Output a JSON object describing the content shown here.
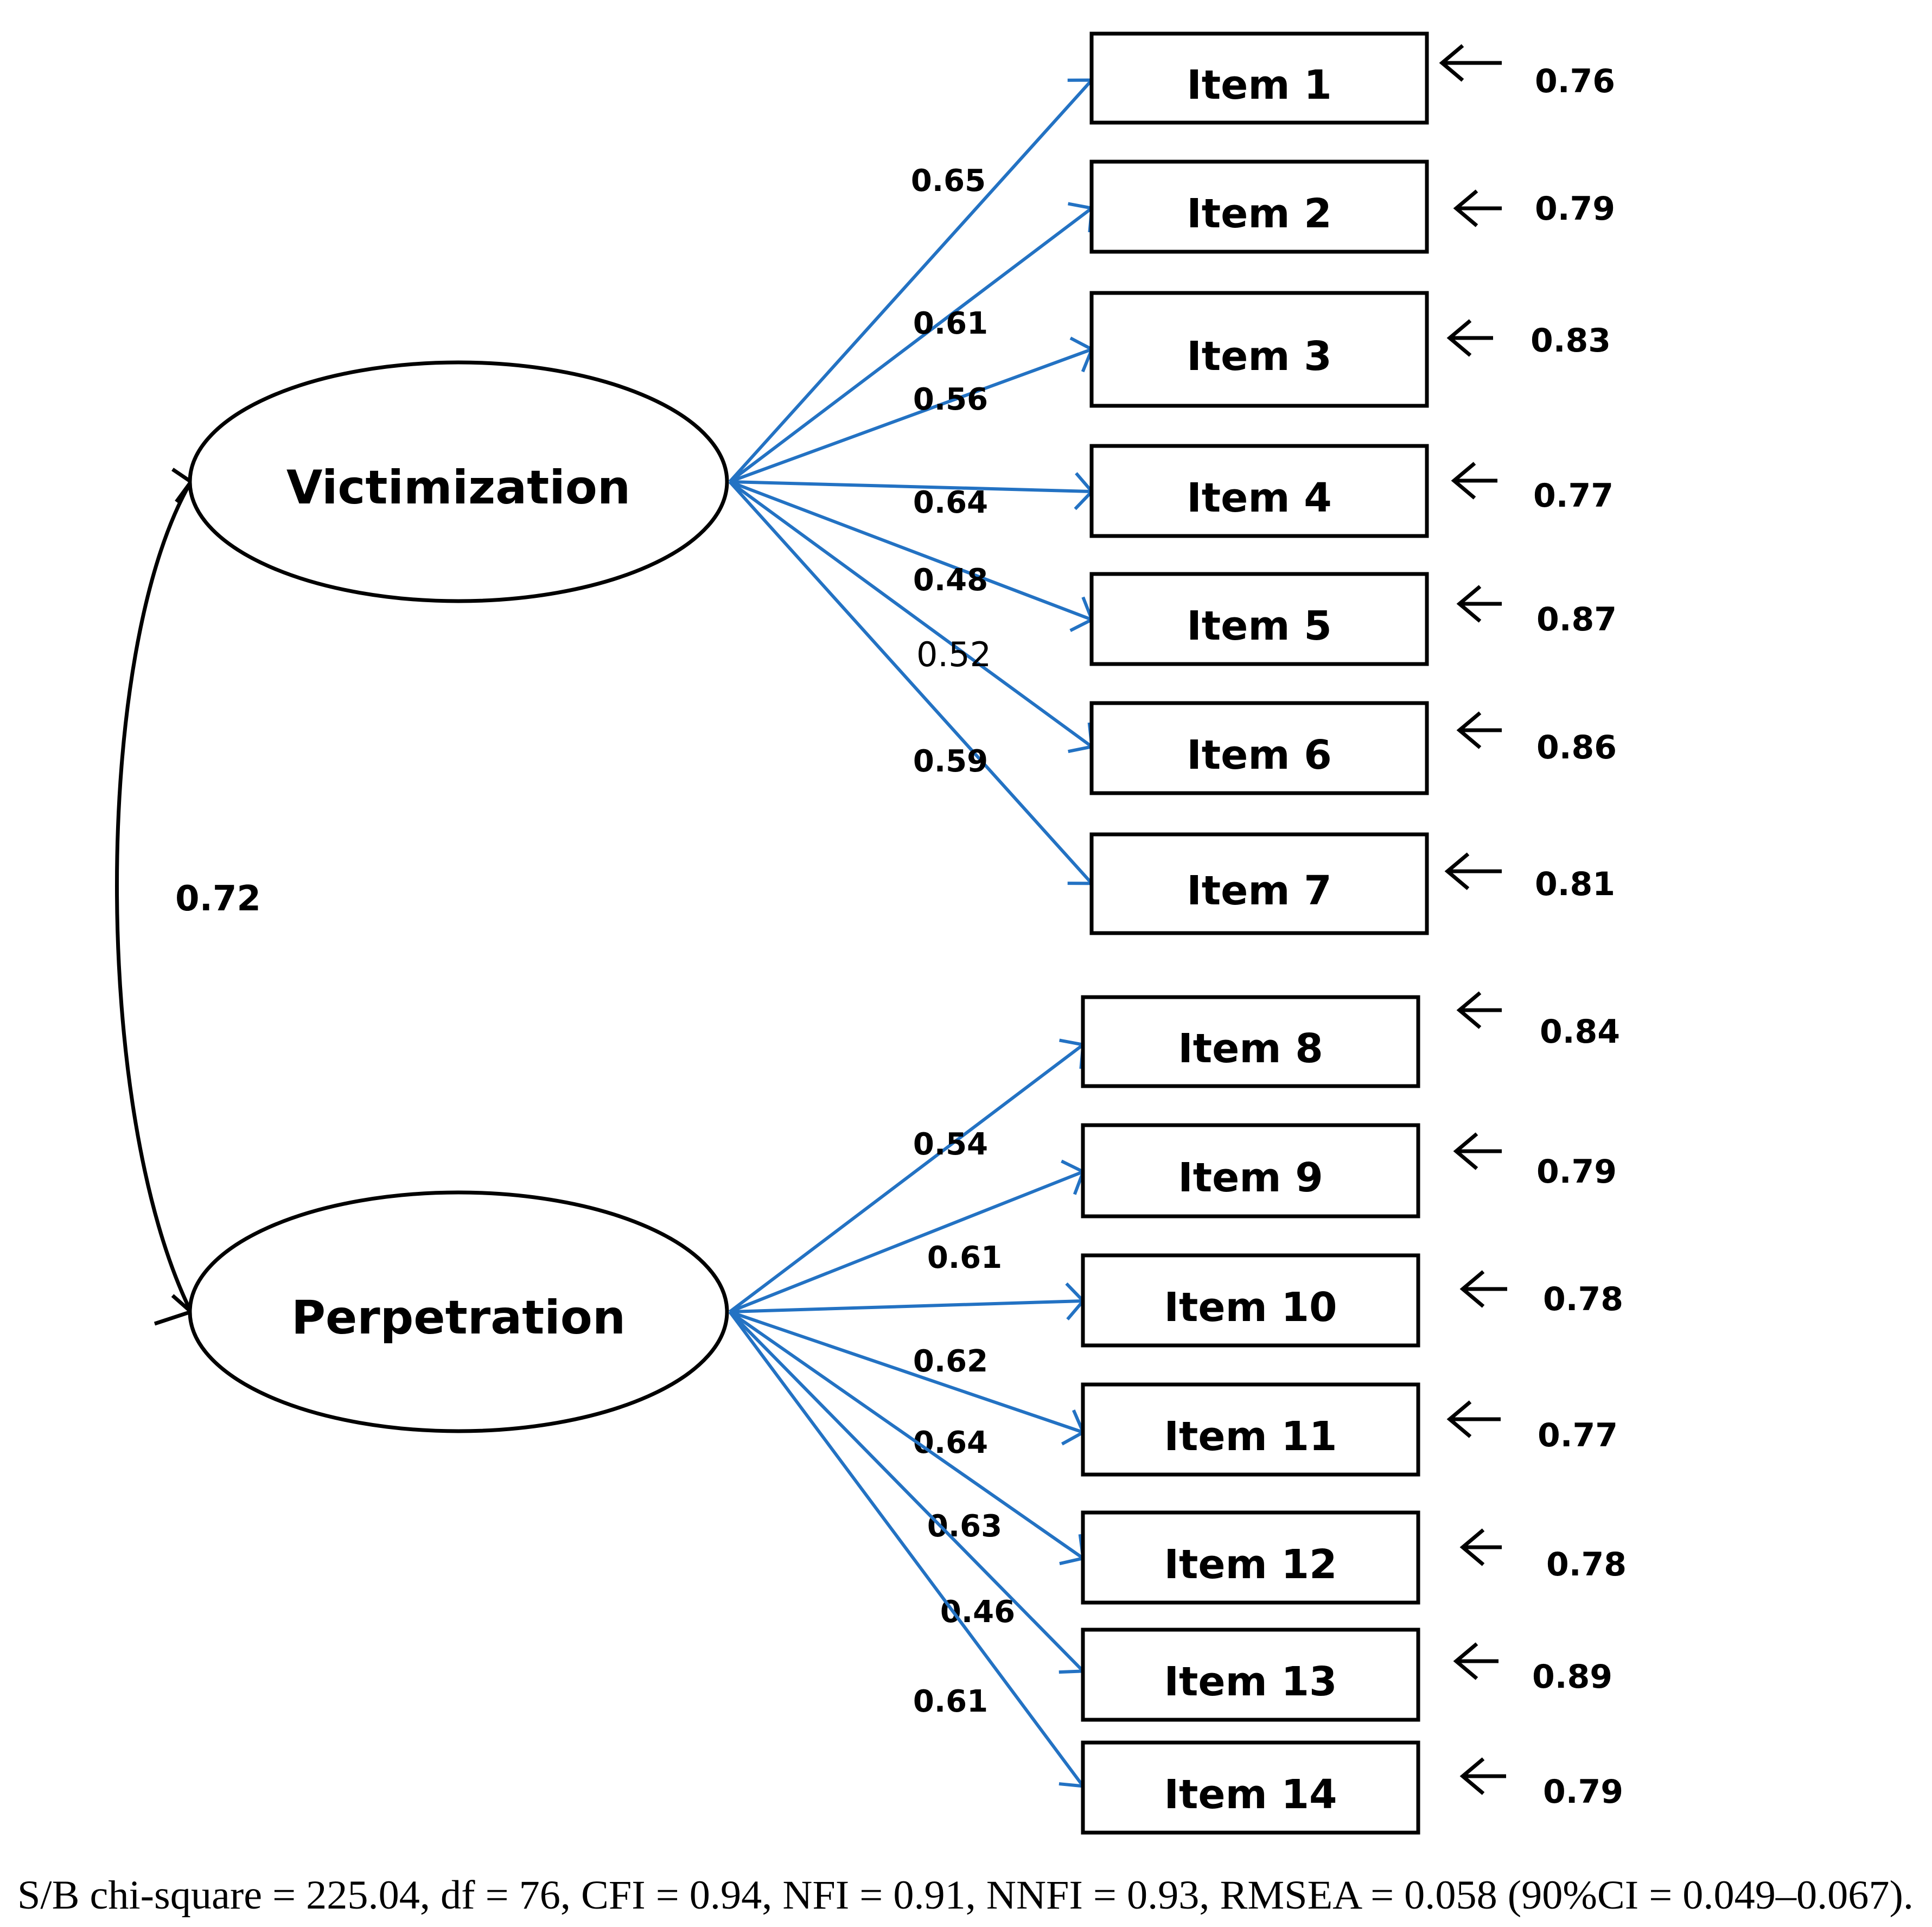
{
  "colors": {
    "loading_path": "#2372C3",
    "outline": "#000000"
  },
  "factors": [
    {
      "id": "victimization",
      "label": "Victimization"
    },
    {
      "id": "perpetration",
      "label": "Perpetration"
    }
  ],
  "correlation": {
    "from": "victimization",
    "to": "perpetration",
    "value": "0.72"
  },
  "items": [
    {
      "label": "Item 1",
      "factor": "victimization",
      "loading": "0.65",
      "error": "0.76"
    },
    {
      "label": "Item 2",
      "factor": "victimization",
      "loading": "0.61",
      "error": "0.79"
    },
    {
      "label": "Item 3",
      "factor": "victimization",
      "loading": "0.56",
      "error": "0.83"
    },
    {
      "label": "Item 4",
      "factor": "victimization",
      "loading": "0.64",
      "error": "0.77"
    },
    {
      "label": "Item 5",
      "factor": "victimization",
      "loading": "0.48",
      "error": "0.87"
    },
    {
      "label": "Item 6",
      "factor": "victimization",
      "loading": "0.52",
      "error": "0.86"
    },
    {
      "label": "Item 7",
      "factor": "victimization",
      "loading": "0.59",
      "error": "0.81"
    },
    {
      "label": "Item 8",
      "factor": "perpetration",
      "loading": "0.54",
      "error": "0.84"
    },
    {
      "label": "Item 9",
      "factor": "perpetration",
      "loading": "0.61",
      "error": "0.79"
    },
    {
      "label": "Item 10",
      "factor": "perpetration",
      "loading": "0.62",
      "error": "0.78"
    },
    {
      "label": "Item 11",
      "factor": "perpetration",
      "loading": "0.64",
      "error": "0.77"
    },
    {
      "label": "Item 12",
      "factor": "perpetration",
      "loading": "0.63",
      "error": "0.78"
    },
    {
      "label": "Item 13",
      "factor": "perpetration",
      "loading": "0.46",
      "error": "0.89"
    },
    {
      "label": "Item 14",
      "factor": "perpetration",
      "loading": "0.61",
      "error": "0.79"
    }
  ],
  "footnote": "S/B chi-square = 225.04, df = 76, CFI = 0.94, NFI = 0.91, NNFI = 0.93, RMSEA = 0.058 (90%CI = 0.049–0.067)."
}
